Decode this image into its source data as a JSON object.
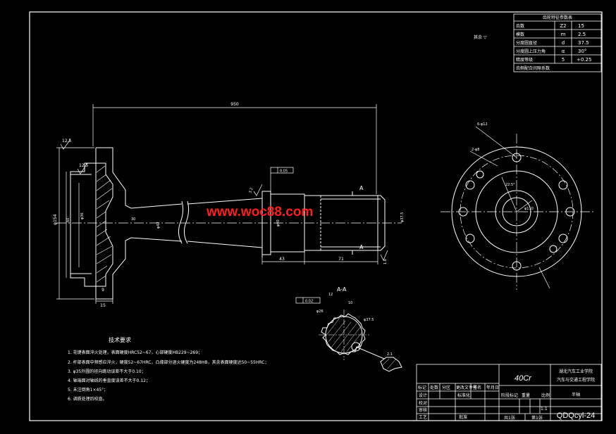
{
  "watermark": "www.woc88.com",
  "gear_table": {
    "title": "齿轮特征参数表",
    "rows": [
      {
        "name": "齿数",
        "sym": "Z2",
        "val": "15"
      },
      {
        "name": "模数",
        "sym": "m",
        "val": "2.5"
      },
      {
        "name": "分度圆直径",
        "sym": "d",
        "val": "37.5"
      },
      {
        "name": "分度圆上压力角",
        "sym": "α",
        "val": "30°"
      },
      {
        "name": "精度等级",
        "sym": "5",
        "val": "+0.25"
      },
      {
        "name": "齿侧配合间隙系数",
        "sym": "",
        "val": ""
      }
    ]
  },
  "roughness_note": "其余 ▽",
  "dims": {
    "overall_length": "950",
    "flange_dia": "φ154",
    "spline_len": "71",
    "neck_len": "43",
    "bolt_circle": "φ110",
    "bolt_holes": "6-φ12",
    "holes_2": "2-φ8",
    "angle": "22.5°",
    "ra1": "12.5",
    "ra2": "12.5",
    "ra3": "3.2",
    "ra4": "1.6",
    "tol1": "0.05",
    "tol2": "0.02",
    "dim_15": "15",
    "dim_9": "9",
    "dim_12": "12",
    "dim_10": "10",
    "dim_60": "60",
    "dim_30": "30",
    "dim_26": "φ26",
    "dim_36": "φ36",
    "dim_42": "φ42",
    "dim_40": "φ40",
    "dim_37": "φ37.5",
    "dim_21": "2.1"
  },
  "section": {
    "label_a1": "A",
    "label_a2": "A",
    "title": "A-A"
  },
  "tech_req": {
    "title": "技术要求",
    "items": [
      "1. 花键表面淬火处理，表面硬度HRC52~67，心部硬度HB229~269；",
      "2. 杆部表面中频感应淬火，硬度52~67HRC，凸缘部分退火硬度为248HB，其余表面硬度达50~55HRC；",
      "3. φ35外圆的径向跳动误差不大于0.10；",
      "4. 轴端面对轴线的垂直度误差不大于0.12；",
      "5. 未注倒角1×45°；",
      "6. 调质处理后校直。"
    ]
  },
  "title_block": {
    "material": "40Cr",
    "school": "湖北汽车工业学院",
    "dept": "汽车与交通工程学院",
    "part_name": "半轴",
    "drawing_no": "QDQcyl-24",
    "labels": {
      "mark": "标记",
      "count": "处数",
      "zone": "分区",
      "change_doc": "更改文件号",
      "sign": "签名",
      "date": "年月日",
      "design": "设计",
      "standard": "标准化",
      "check": "校对",
      "review": "审核",
      "process": "工艺",
      "approve": "批准",
      "stage": "阶段标记",
      "weight": "重量",
      "scale": "比例",
      "scale_val": "1:1",
      "sheets": "共1张",
      "sheet": "第1张"
    }
  }
}
